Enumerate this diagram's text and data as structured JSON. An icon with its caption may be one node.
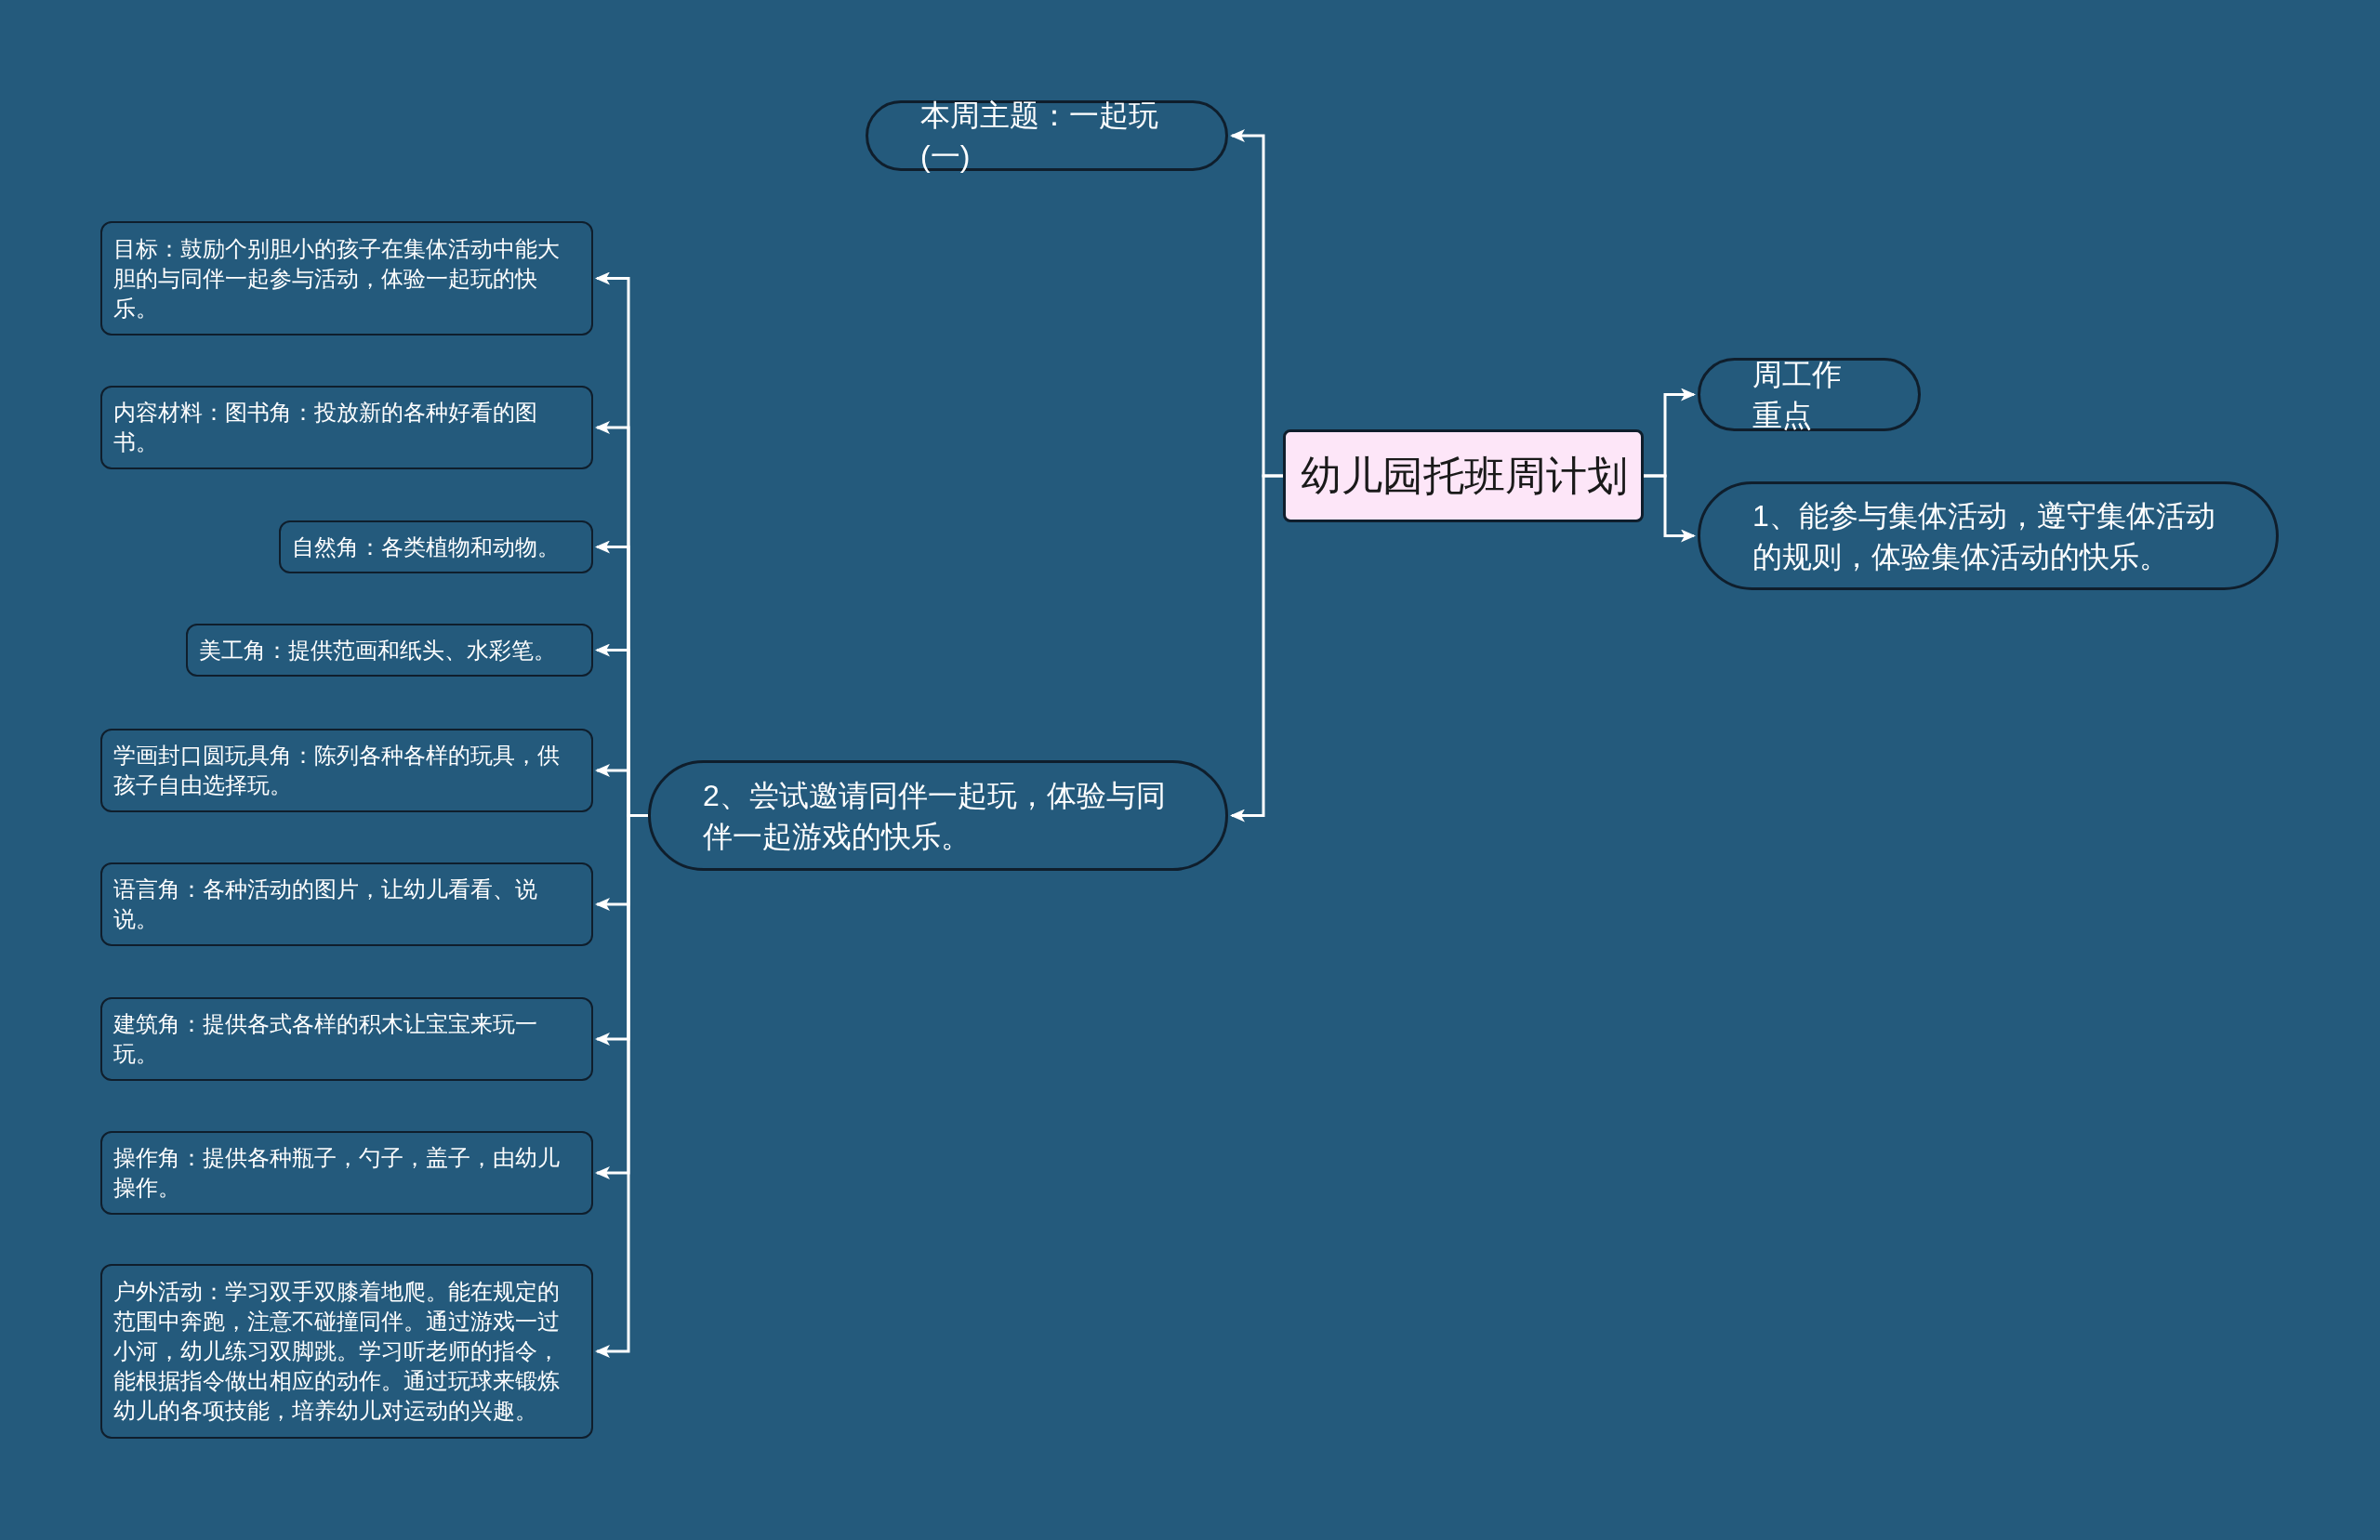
{
  "diagram": {
    "nodes": [
      {
        "text": [
          "幼儿园托班周计划"
        ]
      },
      {
        "text": [
          "本周主题：一起玩(一)"
        ]
      },
      {
        "text": [
          "周工作重点"
        ]
      },
      {
        "text": [
          "1、能参与集体活动，遵守集体活动的规则，体验集体活动的快乐。"
        ]
      },
      {
        "text": [
          "2、尝试邀请同伴一起玩，体验与同伴一起游戏的快乐。"
        ]
      },
      {
        "text": [
          "目标：鼓励个别胆小的孩子在集体活动中能大胆的与同伴一起参与活动，体验一起玩的快乐。"
        ]
      },
      {
        "text": [
          "内容材料：图书角：投放新的各种好看的图书。"
        ]
      },
      {
        "text": [
          "自然角：各类植物和动物。"
        ]
      },
      {
        "text": [
          "美工角：提供范画和纸头、水彩笔。"
        ]
      },
      {
        "text": [
          "学画封口圆玩具角：陈列各种各样的玩具，供孩子自由选择玩。"
        ]
      },
      {
        "text": [
          "语言角：各种活动的图片，让幼儿看看、说说。"
        ]
      },
      {
        "text": [
          "建筑角：提供各式各样的积木让宝宝来玩一玩。"
        ]
      },
      {
        "text": [
          "操作角：提供各种瓶子，勺子，盖子，由幼儿操作。"
        ]
      },
      {
        "text": [
          "户外活动：学习双手双膝着地爬。能在规定的范围中奔跑，注意不碰撞同伴。通过游戏一过小河，幼儿练习双脚跳。学习听老师的指令，能根据指令做出相应的动作。通过玩球来锻炼幼儿的各项技能，培养幼儿对运动的兴趣。"
        ]
      }
    ],
    "edges": [
      {
        "from": 0,
        "to": 1,
        "arrow": "to"
      },
      {
        "from": 0,
        "to": 4,
        "arrow": "to"
      },
      {
        "from": 0,
        "to": 2,
        "arrow": "to"
      },
      {
        "from": 0,
        "to": 3,
        "arrow": "to"
      },
      {
        "from": 4,
        "to": 5,
        "arrow": "to"
      },
      {
        "from": 4,
        "to": 6,
        "arrow": "to"
      },
      {
        "from": 4,
        "to": 7,
        "arrow": "to"
      },
      {
        "from": 4,
        "to": 8,
        "arrow": "to"
      },
      {
        "from": 4,
        "to": 9,
        "arrow": "to"
      },
      {
        "from": 4,
        "to": 10,
        "arrow": "to"
      },
      {
        "from": 4,
        "to": 11,
        "arrow": "to"
      },
      {
        "from": 4,
        "to": 12,
        "arrow": "to"
      },
      {
        "from": 4,
        "to": 13,
        "arrow": "to"
      }
    ]
  }
}
